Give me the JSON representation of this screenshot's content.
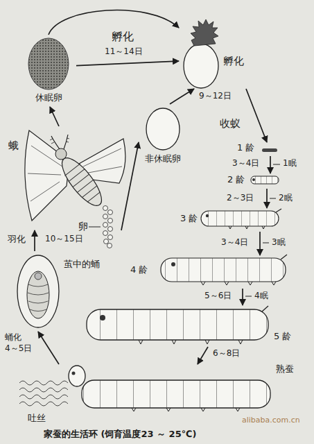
{
  "diagram": {
    "caption": "家蚕的生活环 (饲育温度23 ～ 25℃)",
    "nodes": [
      {
        "text": [
          "休眠卵"
        ]
      },
      {
        "text": [
          "孵化"
        ]
      },
      {
        "text": [
          "非休眠卵"
        ]
      },
      {
        "text": [
          "1 龄"
        ]
      },
      {
        "text": [
          "2 龄"
        ]
      },
      {
        "text": [
          "3 龄"
        ]
      },
      {
        "text": [
          "4 龄"
        ]
      },
      {
        "text": [
          "5 龄"
        ]
      },
      {
        "text": [
          "熟蚕",
          "吐丝"
        ]
      },
      {
        "text": [
          "茧中的蛹"
        ]
      },
      {
        "text": [
          "蛾"
        ]
      }
    ],
    "edges": [
      {
        "from": 0,
        "to": 1,
        "arrow": "to"
      },
      {
        "from": 0,
        "to": 1,
        "label": "11～14日",
        "arrow": "to"
      },
      {
        "from": 2,
        "to": 1,
        "label": "9～12日",
        "arrow": "to"
      },
      {
        "from": 1,
        "to": 3,
        "label": "收蚁",
        "arrow": "to"
      },
      {
        "from": 3,
        "to": 4,
        "label": "3～4日",
        "arrow": "to"
      },
      {
        "from": 4,
        "to": 5,
        "label": "2～3日",
        "arrow": "to"
      },
      {
        "from": 5,
        "to": 6,
        "label": "3～4日",
        "arrow": "to"
      },
      {
        "from": 6,
        "to": 7,
        "label": "5～6日",
        "arrow": "to"
      },
      {
        "from": 7,
        "to": 8,
        "label": "6～8日",
        "arrow": "to"
      },
      {
        "from": 8,
        "to": 9,
        "label": "4～5日",
        "arrow": "to"
      },
      {
        "from": 9,
        "to": 10,
        "label": "10～15日",
        "arrow": "to"
      },
      {
        "from": 10,
        "to": 0,
        "arrow": "to"
      },
      {
        "from": 10,
        "to": 2,
        "arrow": "to"
      }
    ],
    "labels": [
      "孵化",
      "1眠",
      "2眠",
      "3眠",
      "4眠",
      "蛹化",
      "羽化",
      "卵",
      "alibaba.com.cn"
    ]
  }
}
